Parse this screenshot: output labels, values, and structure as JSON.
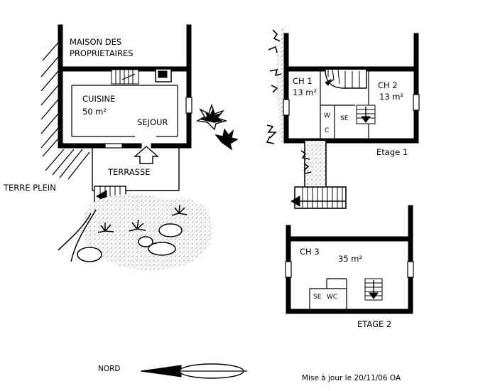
{
  "plan": {
    "owners_house": "MAISON DES\nPROPRIETAIRES",
    "owners_house_line1": "MAISON DES",
    "owners_house_line2": "PROPRIETAIRES",
    "kitchen": "CUISINE",
    "kitchen_area": "50 m²",
    "living": "SEJOUR",
    "terrace": "TERRASSE",
    "ground": "TERRE PLEIN",
    "ch1": "CH 1",
    "ch1_area": "13 m²",
    "ch2": "CH 2",
    "ch2_area": "13 m²",
    "wc_w": "W",
    "wc_c": "C",
    "se1": "SE",
    "floor1": "Etage 1",
    "ch3": "CH 3",
    "ch3_area": "35 m²",
    "se2": "SE",
    "wc2": "WC",
    "floor2": "ETAGE 2",
    "north": "NORD",
    "update": "Mise à jour le 20/11/06 OA"
  },
  "colors": {
    "ink": "#000000",
    "paper": "#ffffff",
    "gravel": "#8a8a8a"
  }
}
